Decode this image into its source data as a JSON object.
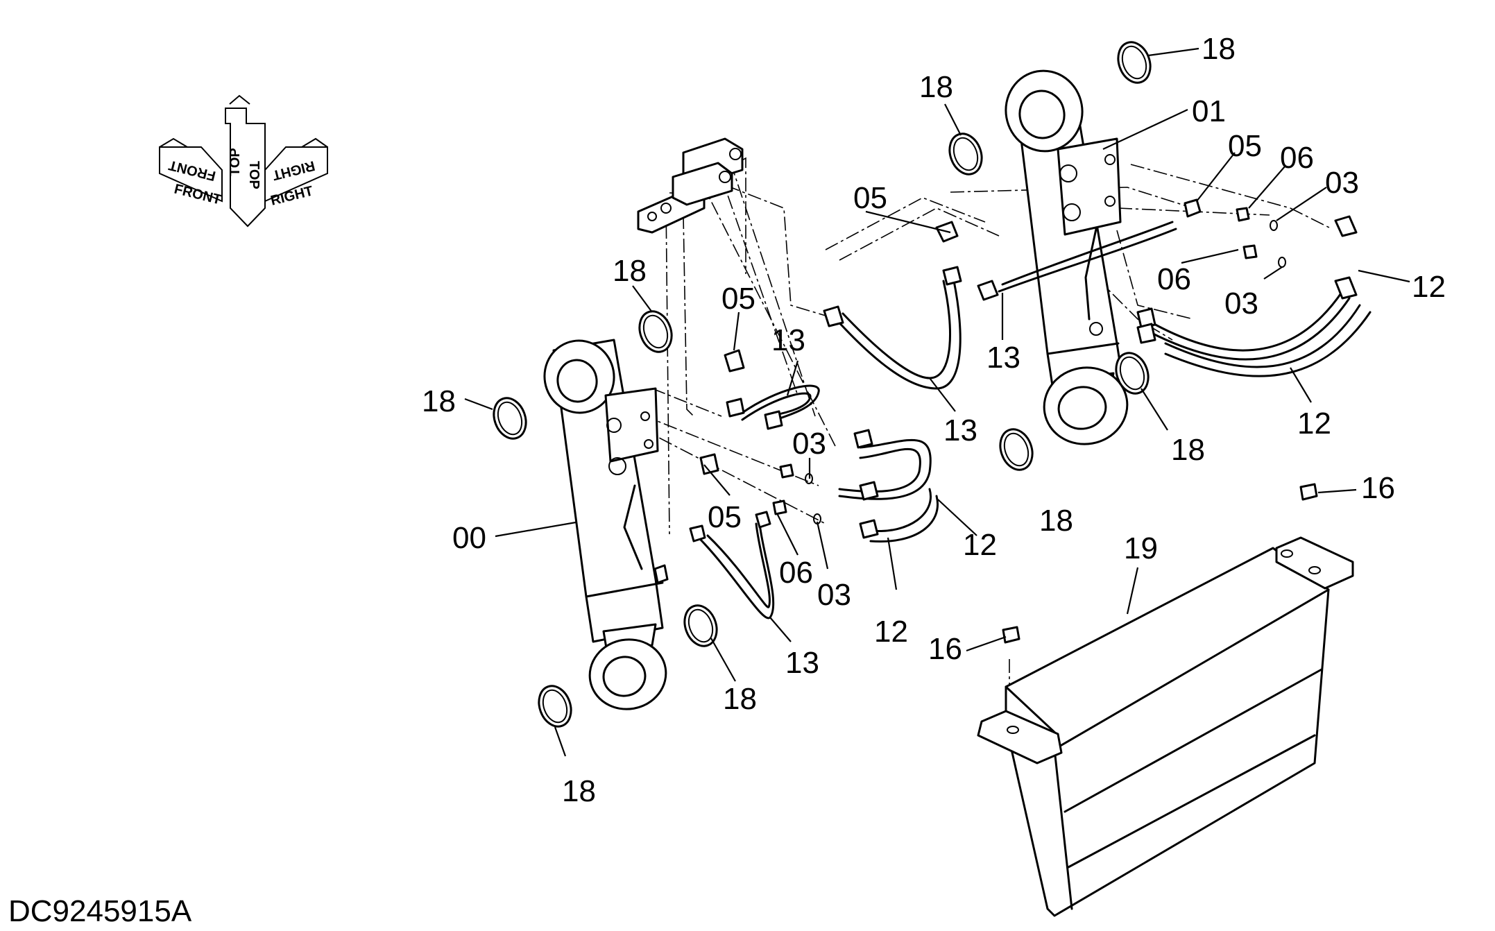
{
  "drawing_code": "DC9245915A",
  "orientation": {
    "top": "TOP",
    "top_mirror": "TOP",
    "front": "FRONT",
    "front_mirror": "FRONT",
    "right": "RIGHT",
    "right_mirror": "RIGHT"
  },
  "callouts": {
    "c18_top_right": "18",
    "c18_top_left": "18",
    "c01": "01",
    "c05_a": "05",
    "c06_a": "06",
    "c03_a": "03",
    "c05_b": "05",
    "c06_b": "06",
    "c03_b": "03",
    "c12_a": "12",
    "c13_a": "13",
    "c18_right_mid": "18",
    "c12_b": "12",
    "c13_b": "13",
    "c18_right_low": "18",
    "c18_left_top": "18",
    "c05_c": "05",
    "c13_c": "13",
    "c18_left_ring": "18",
    "c03_c": "03",
    "c05_d": "05",
    "c12_c": "12",
    "c00": "00",
    "c06_c": "06",
    "c03_d": "03",
    "c12_d": "12",
    "c16_a": "16",
    "c19": "19",
    "c16_b": "16",
    "c13_d": "13",
    "c18_left_low": "18",
    "c18_left_bottom": "18"
  }
}
